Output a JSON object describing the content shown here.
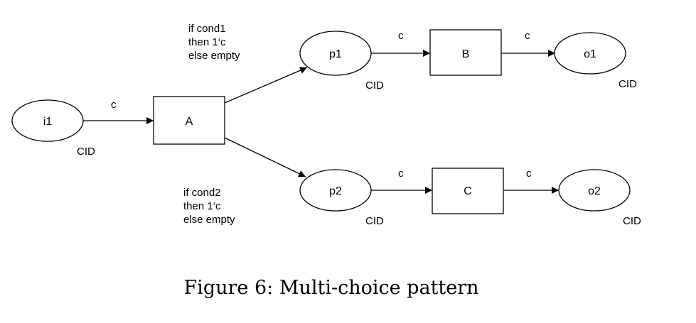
{
  "nodes": {
    "i1": {
      "label": "i1",
      "color_set": "CID"
    },
    "A": {
      "label": "A"
    },
    "p1": {
      "label": "p1",
      "color_set": "CID"
    },
    "p2": {
      "label": "p2",
      "color_set": "CID"
    },
    "B": {
      "label": "B"
    },
    "C": {
      "label": "C"
    },
    "o1": {
      "label": "o1",
      "color_set": "CID"
    },
    "o2": {
      "label": "o2",
      "color_set": "CID"
    }
  },
  "arcs": {
    "i1_A": "c",
    "p1_B": "c",
    "B_o1": "c",
    "p2_C": "c",
    "C_o2": "c"
  },
  "guards": {
    "to_p1": [
      "if cond1",
      "then 1‘c",
      "else empty"
    ],
    "to_p2": [
      "if cond2",
      "then 1‘c",
      "else empty"
    ]
  },
  "caption": "Figure 6: Multi-choice pattern"
}
